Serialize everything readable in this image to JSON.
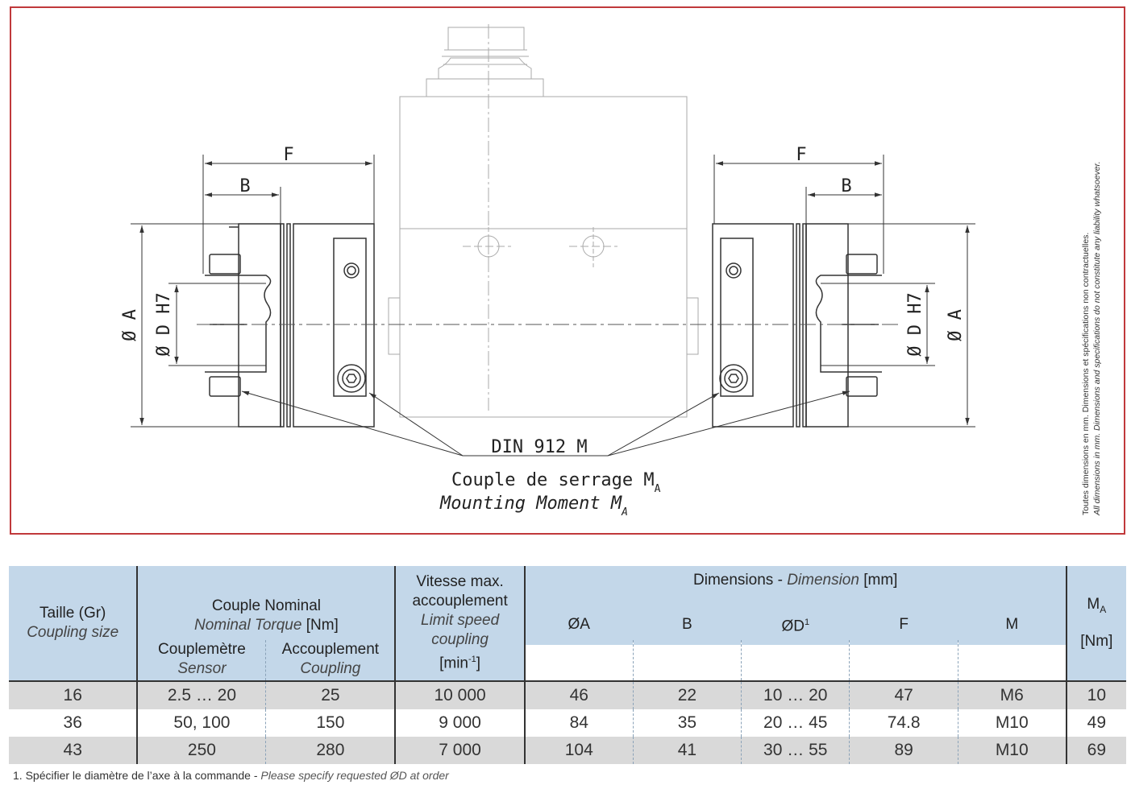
{
  "drawing": {
    "label_F": "F",
    "label_B": "B",
    "label_A": "Ø A",
    "label_D": "Ø D H7",
    "callout_standard": "DIN 912 M",
    "callout_fr": "Couple de serrage M",
    "callout_en": "Mounting Moment M",
    "callout_sub": "A"
  },
  "side_note": {
    "fr": "Toutes dimensions en mm. Dimensions et spécifications non contractuelles.",
    "en": "All dimensions in mm. Dimensions and specifications do not constitute any liability whatsoever."
  },
  "table": {
    "size_fr": "Taille (Gr)",
    "size_en": "Coupling size",
    "torque_fr": "Couple Nominal",
    "torque_en": "Nominal Torque",
    "torque_unit": "[Nm]",
    "sensor_fr": "Couplemètre",
    "sensor_en": "Sensor",
    "coupling_fr": "Accouplement",
    "coupling_en": "Coupling",
    "speed_fr_1": "Vitesse max.",
    "speed_fr_2": "accouplement",
    "speed_en_1": "Limit speed",
    "speed_en_2": "coupling",
    "speed_unit": "[min",
    "speed_unit_sup": "-1",
    "speed_unit_end": "]",
    "dim_fr": "Dimensions",
    "dim_sep": " - ",
    "dim_en": "Dimension",
    "dim_unit": " [mm]",
    "col_A": "ØA",
    "col_B": "B",
    "col_D": "ØD",
    "col_D_sup": "1",
    "col_F": "F",
    "col_M": "M",
    "col_MA": "M",
    "col_MA_sub": "A",
    "col_MA_unit": "[Nm]",
    "rows": [
      {
        "size": "16",
        "sensor": "2.5 … 20",
        "coupling": "25",
        "speed": "10 000",
        "A": "46",
        "B": "22",
        "D": "10 … 20",
        "F": "47",
        "M": "M6",
        "MA": "10"
      },
      {
        "size": "36",
        "sensor": "50, 100",
        "coupling": "150",
        "speed": "9 000",
        "A": "84",
        "B": "35",
        "D": "20 … 45",
        "F": "74.8",
        "M": "M10",
        "MA": "49"
      },
      {
        "size": "43",
        "sensor": "250",
        "coupling": "280",
        "speed": "7 000",
        "A": "104",
        "B": "41",
        "D": "30 … 55",
        "F": "89",
        "M": "M10",
        "MA": "69"
      }
    ]
  },
  "footnote": {
    "fr": "1. Spécifier le diamètre de l’axe à la commande - ",
    "en": "Please specify requested ØD at order"
  }
}
